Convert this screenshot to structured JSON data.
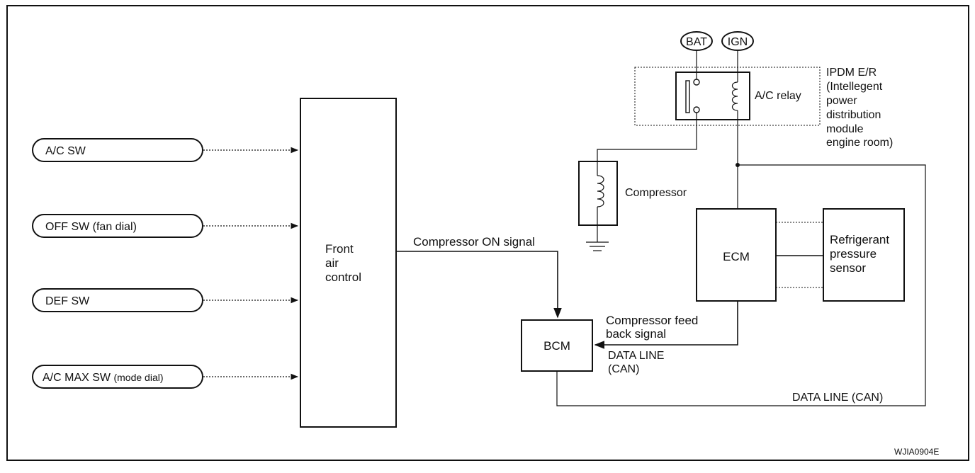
{
  "switches": [
    "A/C SW",
    "OFF SW (fan dial)",
    "DEF SW"
  ],
  "acmax": {
    "main": "A/C MAX SW",
    "sub": "(mode dial)"
  },
  "front_air_control": [
    "Front",
    "air",
    "control"
  ],
  "compressor_on_signal": "Compressor ON signal",
  "bcm": "BCM",
  "ecm": "ECM",
  "refrigerant_sensor": [
    "Refrigerant",
    "pressure",
    "sensor"
  ],
  "compressor": "Compressor",
  "bat": "BAT",
  "ign": "IGN",
  "ac_relay": "A/C relay",
  "ipdm": [
    "IPDM E/R",
    "(Intellegent",
    "power",
    "distribution",
    "module",
    "engine room)"
  ],
  "feedback": [
    "Compressor feed",
    "back signal"
  ],
  "data_line_can": [
    "DATA LINE",
    "(CAN)"
  ],
  "data_line_bottom": "DATA LINE (CAN)",
  "figure_code": "WJIA0904E"
}
